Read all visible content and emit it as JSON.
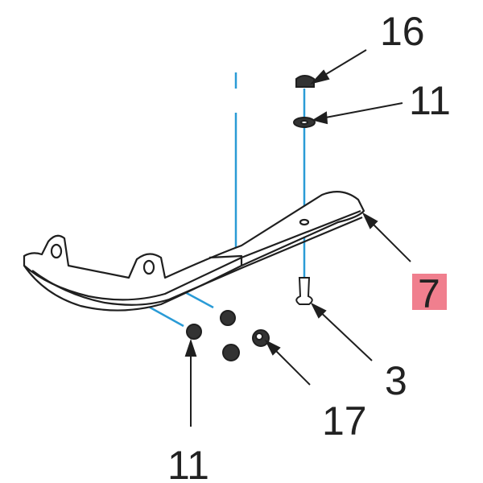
{
  "callouts": [
    {
      "id": "16",
      "label": "16"
    },
    {
      "id": "11-top",
      "label": "11"
    },
    {
      "id": "7",
      "label": "7",
      "highlighted": true
    },
    {
      "id": "3",
      "label": "3"
    },
    {
      "id": "17",
      "label": "17"
    },
    {
      "id": "11-bottom",
      "label": "11"
    }
  ],
  "colors": {
    "highlight": "#f07f8e",
    "line": "#1f1f1f",
    "centerline": "#2a9bd6"
  }
}
